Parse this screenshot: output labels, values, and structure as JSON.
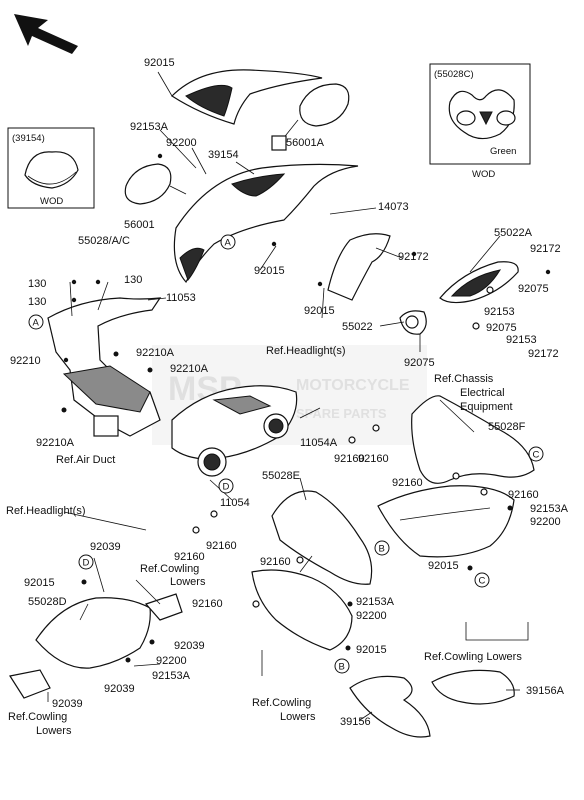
{
  "callouts": {
    "l92015_top": "92015",
    "l92153A_top": "92153A",
    "l92200_top": "92200",
    "l39154": "39154",
    "l56001A": "56001A",
    "l56001": "56001",
    "l55028AC": "55028/A/C",
    "l14073": "14073",
    "l55022A": "55022A",
    "l92172_a": "92172",
    "l92172_b": "92172",
    "l92015_mid": "92015",
    "l92015_mid2": "92015",
    "l92075_a": "92075",
    "l92153_a": "92153",
    "l92075_b": "92075",
    "l55022": "55022",
    "l92153_b": "92153",
    "l92075_c": "92075",
    "l92172_c": "92172",
    "l130_a": "130",
    "l130_b": "130",
    "l130_c": "130",
    "l11053": "11053",
    "l92210": "92210",
    "l92210A_a": "92210A",
    "l92210A_b": "92210A",
    "l92210A_c": "92210A",
    "l11054A": "11054A",
    "l92160_a": "92160",
    "l92160_b": "92160",
    "l55028F": "55028F",
    "l92160_c": "92160",
    "l92160_d": "92160",
    "l92153A_r": "92153A",
    "l92200_r": "92200",
    "l92015_r": "92015",
    "l11054": "11054",
    "l92160_e": "92160",
    "l92160_f": "92160",
    "l55028E": "55028E",
    "l92160_g": "92160",
    "l92160_h": "92160",
    "l92153A_m": "92153A",
    "l92200_m": "92200",
    "l92015_m": "92015",
    "l92039_a": "92039",
    "l92015_l": "92015",
    "l55028D": "55028D",
    "l92039_b": "92039",
    "l92200_l": "92200",
    "l92153A_l": "92153A",
    "l92039_c": "92039",
    "l92039_d": "92039",
    "l39156A": "39156A",
    "l39156": "39156"
  },
  "refs": {
    "headlight_top": "Ref.Headlight(s)",
    "chassis_l1": "Ref.Chassis",
    "chassis_l2": "Electrical",
    "chassis_l3": "Equipment",
    "air_duct": "Ref.Air Duct",
    "headlight_left": "Ref.Headlight(s)",
    "cowling_lowers_mid_l1": "Ref.Cowling",
    "cowling_lowers_mid_l2": "Lowers",
    "cowling_lowers_right": "Ref.Cowling Lowers",
    "cowling_lowers_bot_l1": "Ref.Cowling",
    "cowling_lowers_bot_l2": "Lowers",
    "cowling_lowers_left_l1": "Ref.Cowling",
    "cowling_lowers_left_l2": "Lowers"
  },
  "insets": {
    "left_code": "(39154)",
    "left_caption": "WOD",
    "right_code": "(55028C)",
    "right_color": "Green",
    "right_caption": "WOD"
  },
  "markers": {
    "A": "A",
    "B": "B",
    "C": "C",
    "D": "D"
  },
  "watermark": {
    "line1": "MOTORCYCLE",
    "line2": "SPARE PARTS"
  },
  "icons": {
    "direction": "front-arrow-icon"
  }
}
